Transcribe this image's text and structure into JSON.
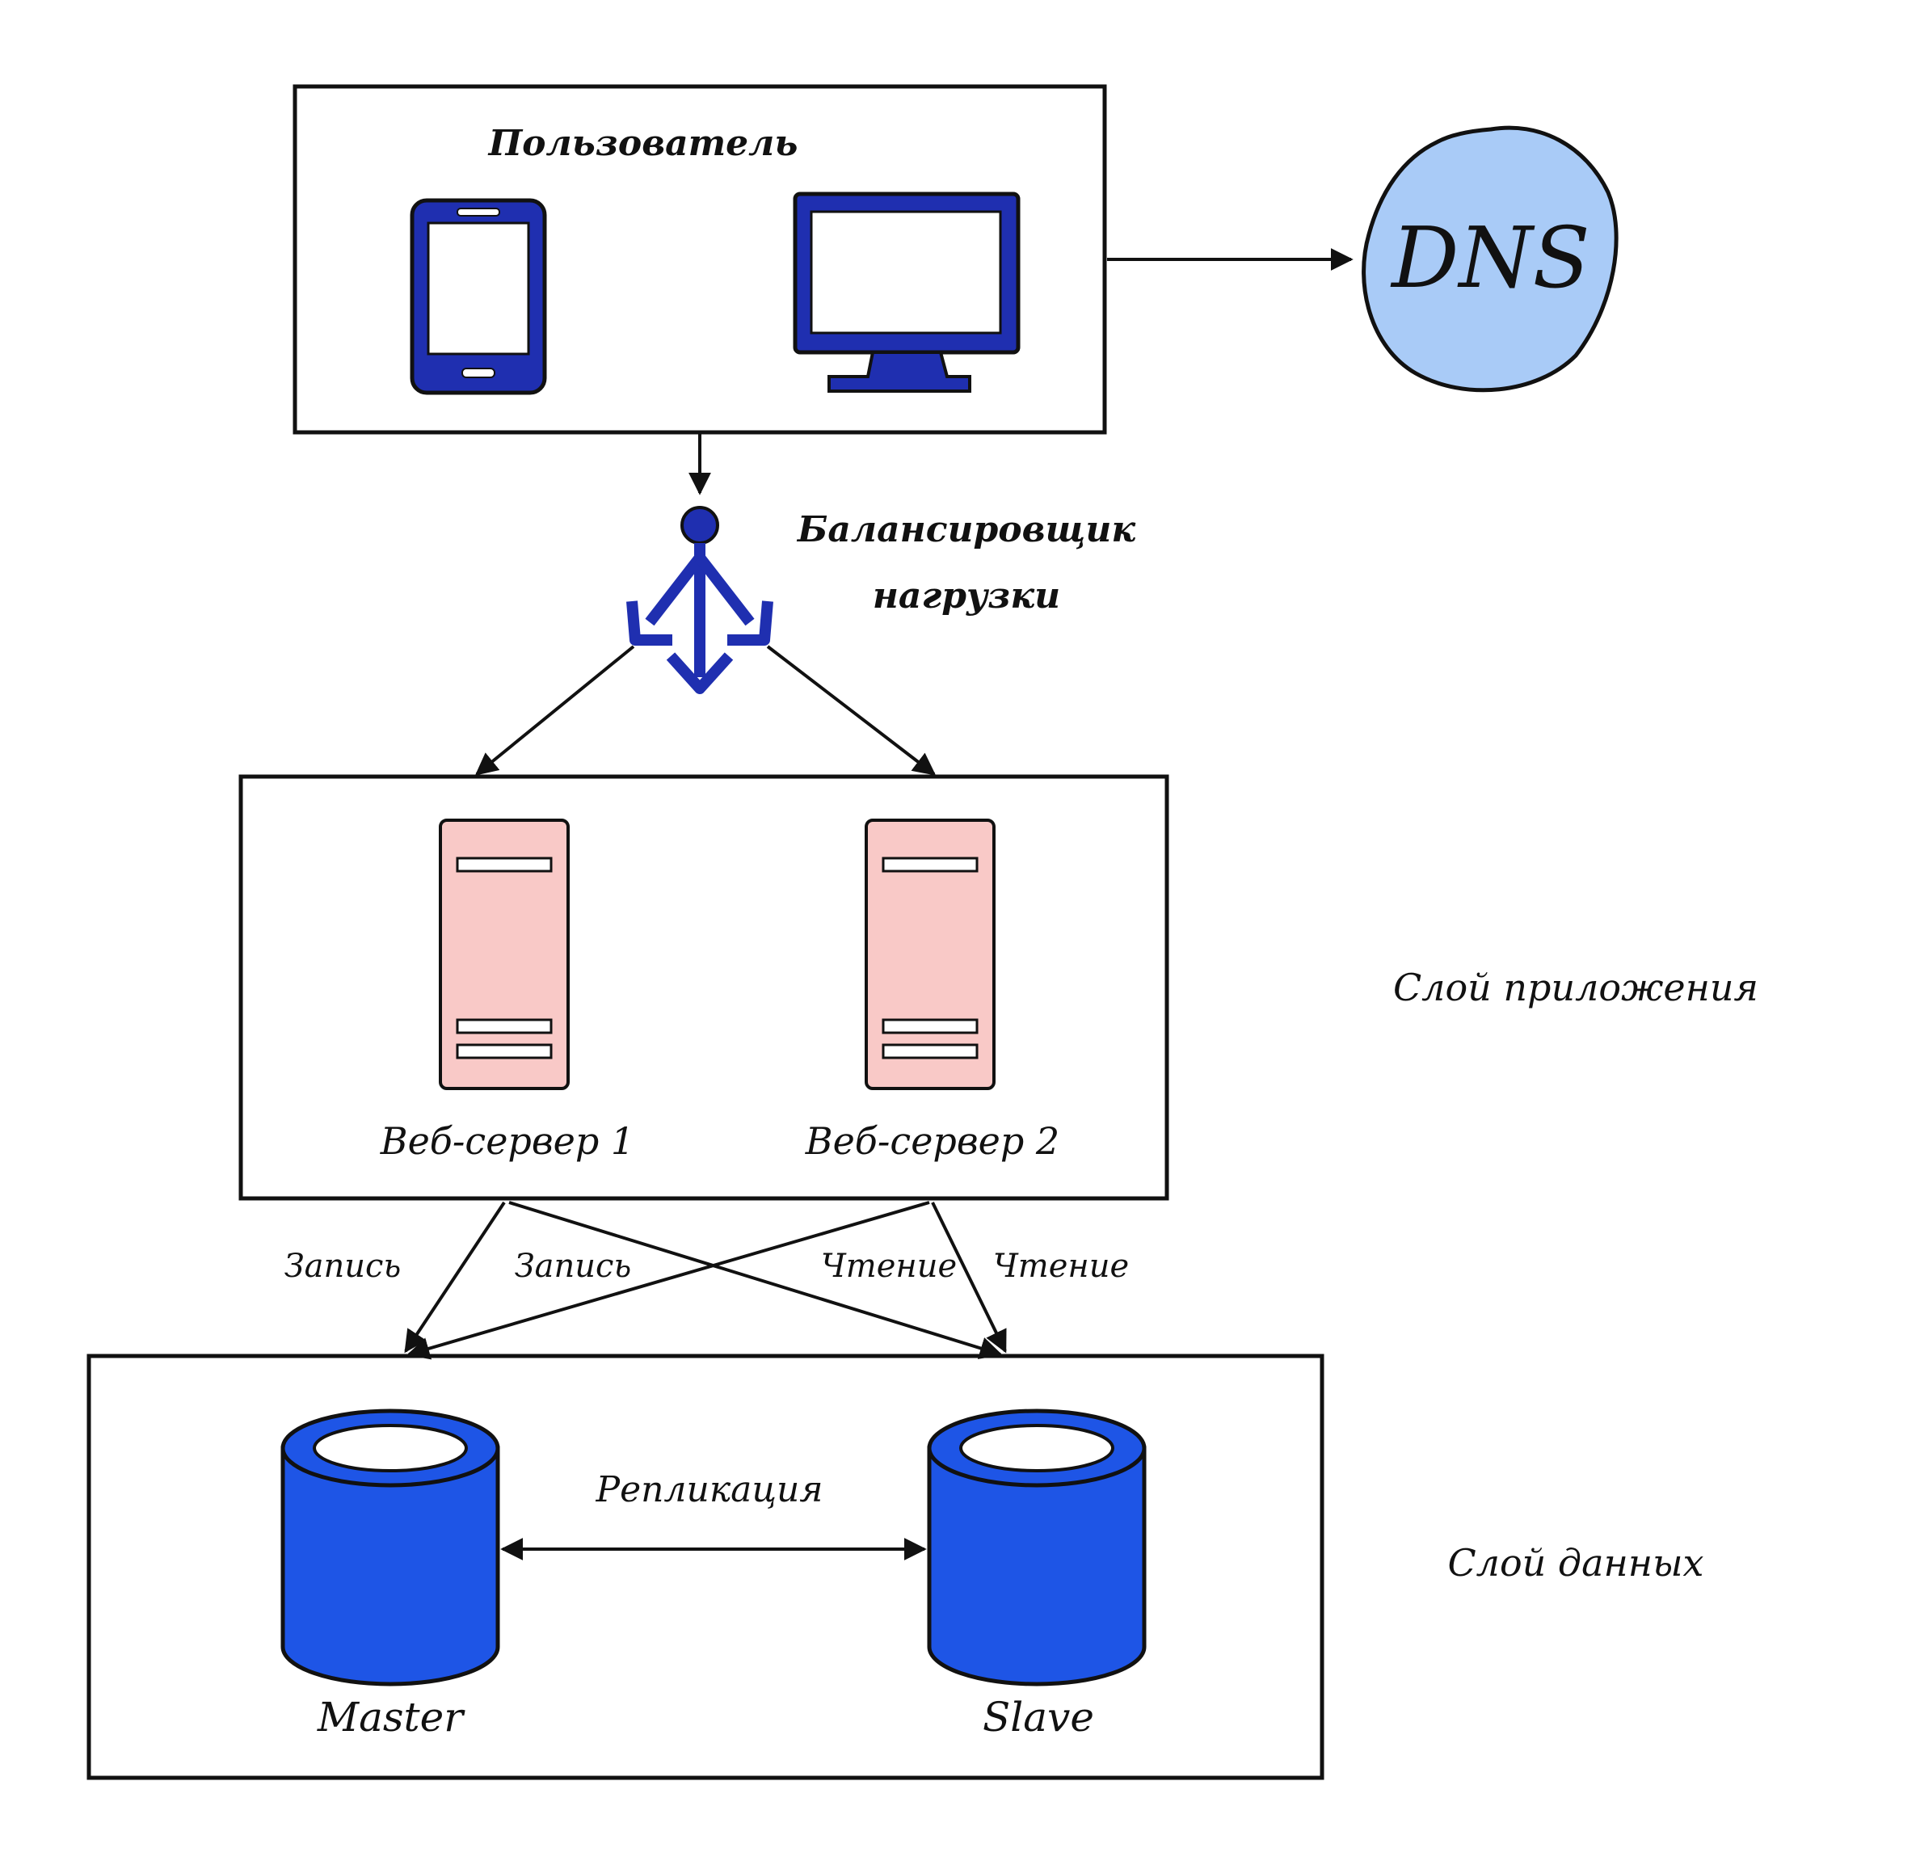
{
  "user_box": {
    "title": "Пользователь"
  },
  "dns": {
    "label": "DNS"
  },
  "load_balancer": {
    "label_line1": "Балансировщик",
    "label_line2": "нагрузки"
  },
  "app_layer": {
    "label": "Слой приложения",
    "servers": [
      {
        "label": "Веб-сервер 1"
      },
      {
        "label": "Веб-сервер 2"
      }
    ]
  },
  "connections": {
    "write_1": "Запись",
    "write_2": "Запись",
    "read_1": "Чтение",
    "read_2": "Чтение"
  },
  "data_layer": {
    "label": "Слой данных",
    "master": "Master",
    "slave": "Slave",
    "replication": "Репликация"
  },
  "colors": {
    "device_blue": "#1f2fb0",
    "db_blue": "#1e55e6",
    "dns_fill": "#a9cbf7",
    "server_fill": "#f9c9c7",
    "stroke": "#111111"
  }
}
